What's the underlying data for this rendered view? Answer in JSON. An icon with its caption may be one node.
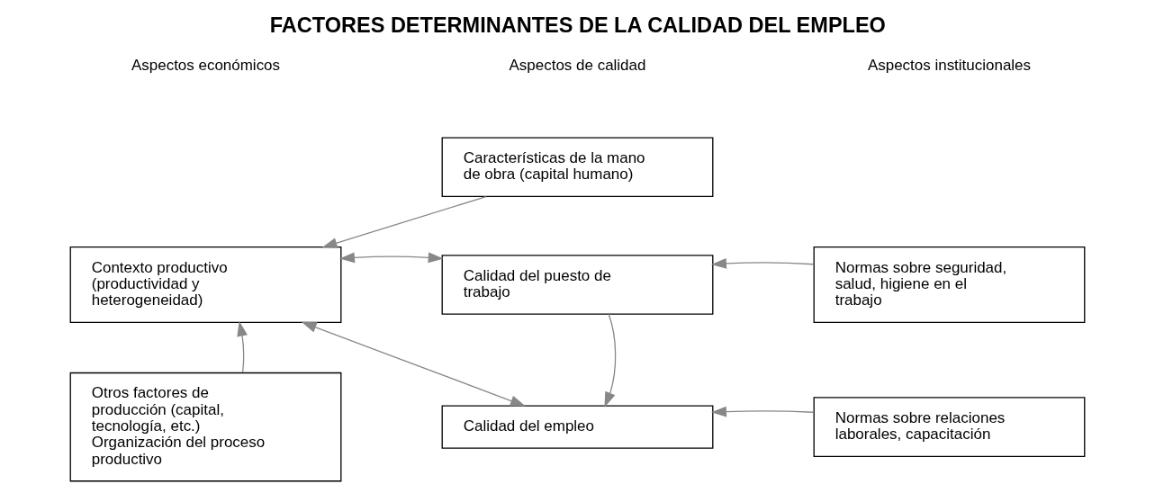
{
  "diagram": {
    "title": "FACTORES DETERMINANTES DE LA CALIDAD DEL EMPLEO",
    "nodes": [
      {
        "text": [
          "Características de la mano de obra (capital humano)"
        ]
      },
      {
        "text": [
          "Contexto productivo (productividad y heterogeneidad)"
        ]
      },
      {
        "text": [
          "Calidad del puesto de trabajo"
        ]
      },
      {
        "text": [
          "Normas sobre seguridad, salud, higiene en el trabajo"
        ]
      },
      {
        "text": [
          "Otros factores de producción (capital, tecnología, etc.)",
          "Organización del proceso productivo"
        ]
      },
      {
        "text": [
          "Calidad del empleo"
        ]
      },
      {
        "text": [
          "Normas sobre relaciones laborales, capacitación"
        ]
      }
    ],
    "edges": [
      {
        "from": 0,
        "to": 1,
        "arrow": "to"
      },
      {
        "from": 1,
        "to": 2,
        "arrow": "both"
      },
      {
        "from": 1,
        "to": 5,
        "arrow": "both"
      },
      {
        "from": 4,
        "to": 1,
        "arrow": "to"
      },
      {
        "from": 3,
        "to": 2,
        "arrow": "to"
      },
      {
        "from": 2,
        "to": 5,
        "arrow": "to"
      },
      {
        "from": 6,
        "to": 5,
        "arrow": "to"
      }
    ],
    "labels": [
      "Aspectos económicos",
      "Aspectos de calidad",
      "Aspectos institucionales"
    ]
  }
}
